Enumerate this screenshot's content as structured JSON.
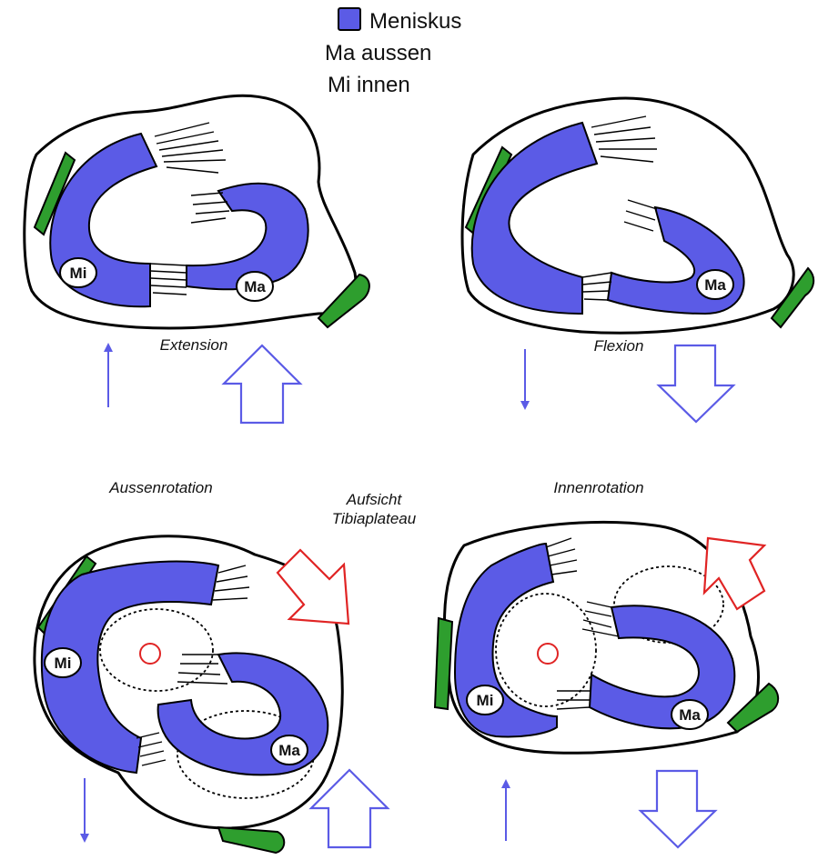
{
  "legend": {
    "meniskus": "Meniskus",
    "ma": "Ma  aussen",
    "mi": "Mi  innen"
  },
  "captions": {
    "extension": "Extension",
    "flexion": "Flexion",
    "aussenrotation": "Aussenrotation",
    "innenrotation": "Innenrotation",
    "aufsicht_line1": "Aufsicht",
    "aufsicht_line2": "Tibiaplateau"
  },
  "labels": {
    "mi": "Mi",
    "ma": "Ma"
  },
  "colors": {
    "meniscus": "#5b5be6",
    "arrow_blue": "#5b5be6",
    "arrow_red": "#e02424",
    "ligament_green": "#2e9e2e"
  }
}
